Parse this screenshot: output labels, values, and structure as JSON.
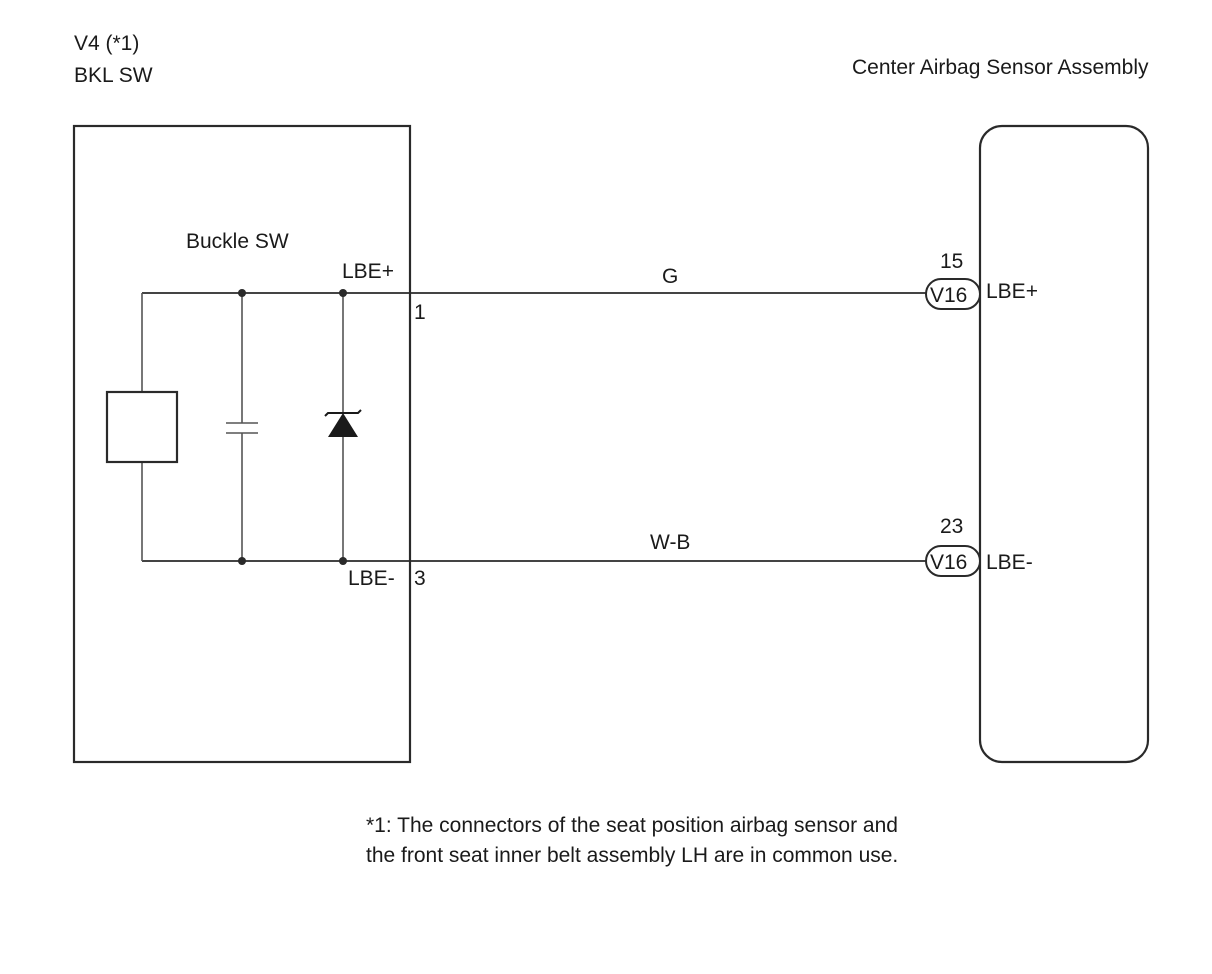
{
  "left_component": {
    "code": "V4 (*1)",
    "name": "BKL SW",
    "internal_label": "Buckle SW",
    "pin_plus_label": "LBE+",
    "pin_plus_number": "1",
    "pin_minus_label": "LBE-",
    "pin_minus_number": "3"
  },
  "right_component": {
    "name": "Center Airbag Sensor Assembly",
    "pins": [
      {
        "number": "15",
        "connector": "V16",
        "label": "LBE+"
      },
      {
        "number": "23",
        "connector": "V16",
        "label": "LBE-"
      }
    ]
  },
  "wires": [
    {
      "color_code": "G"
    },
    {
      "color_code": "W-B"
    }
  ],
  "footnote": {
    "line1": "*1: The connectors of the seat position airbag sensor and",
    "line2": "the front seat inner belt assembly LH are in common use."
  }
}
